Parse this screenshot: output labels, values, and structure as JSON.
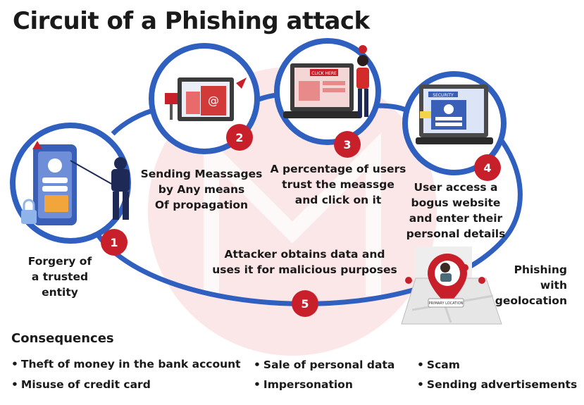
{
  "title": "Circuit of a Phishing attack",
  "steps": [
    {
      "number": "1",
      "lines": [
        "Forgery of",
        "a trusted",
        "entity"
      ]
    },
    {
      "number": "2",
      "lines": [
        "Sending Meassages",
        "by Any means",
        "Of propagation"
      ]
    },
    {
      "number": "3",
      "lines": [
        "A percentage of users",
        "trust the meassge",
        "and click on it"
      ]
    },
    {
      "number": "4",
      "lines": [
        "User access a",
        "bogus website",
        "and enter their",
        "personal details"
      ]
    },
    {
      "number": "5",
      "lines": [
        "Attacker obtains data and",
        "uses it for malicious purposes"
      ]
    }
  ],
  "geolocation": {
    "lines": [
      "Phishing",
      "with",
      "geolocation"
    ]
  },
  "illustrations": {
    "step3_screen_text": "CLICK HERE",
    "step4_screen_text": "SECURITY",
    "map_card_text": "PRIMARY LOCATION"
  },
  "consequences": {
    "title": "Consequences",
    "items": [
      "Theft of money in the bank account",
      "Misuse of credit card",
      "Sale of personal data",
      "Impersonation",
      "Scam",
      "Sending advertisements"
    ]
  },
  "colors": {
    "blue": "#2f5fbf",
    "red": "#c8202b",
    "watermark": "#fbe7e8"
  }
}
